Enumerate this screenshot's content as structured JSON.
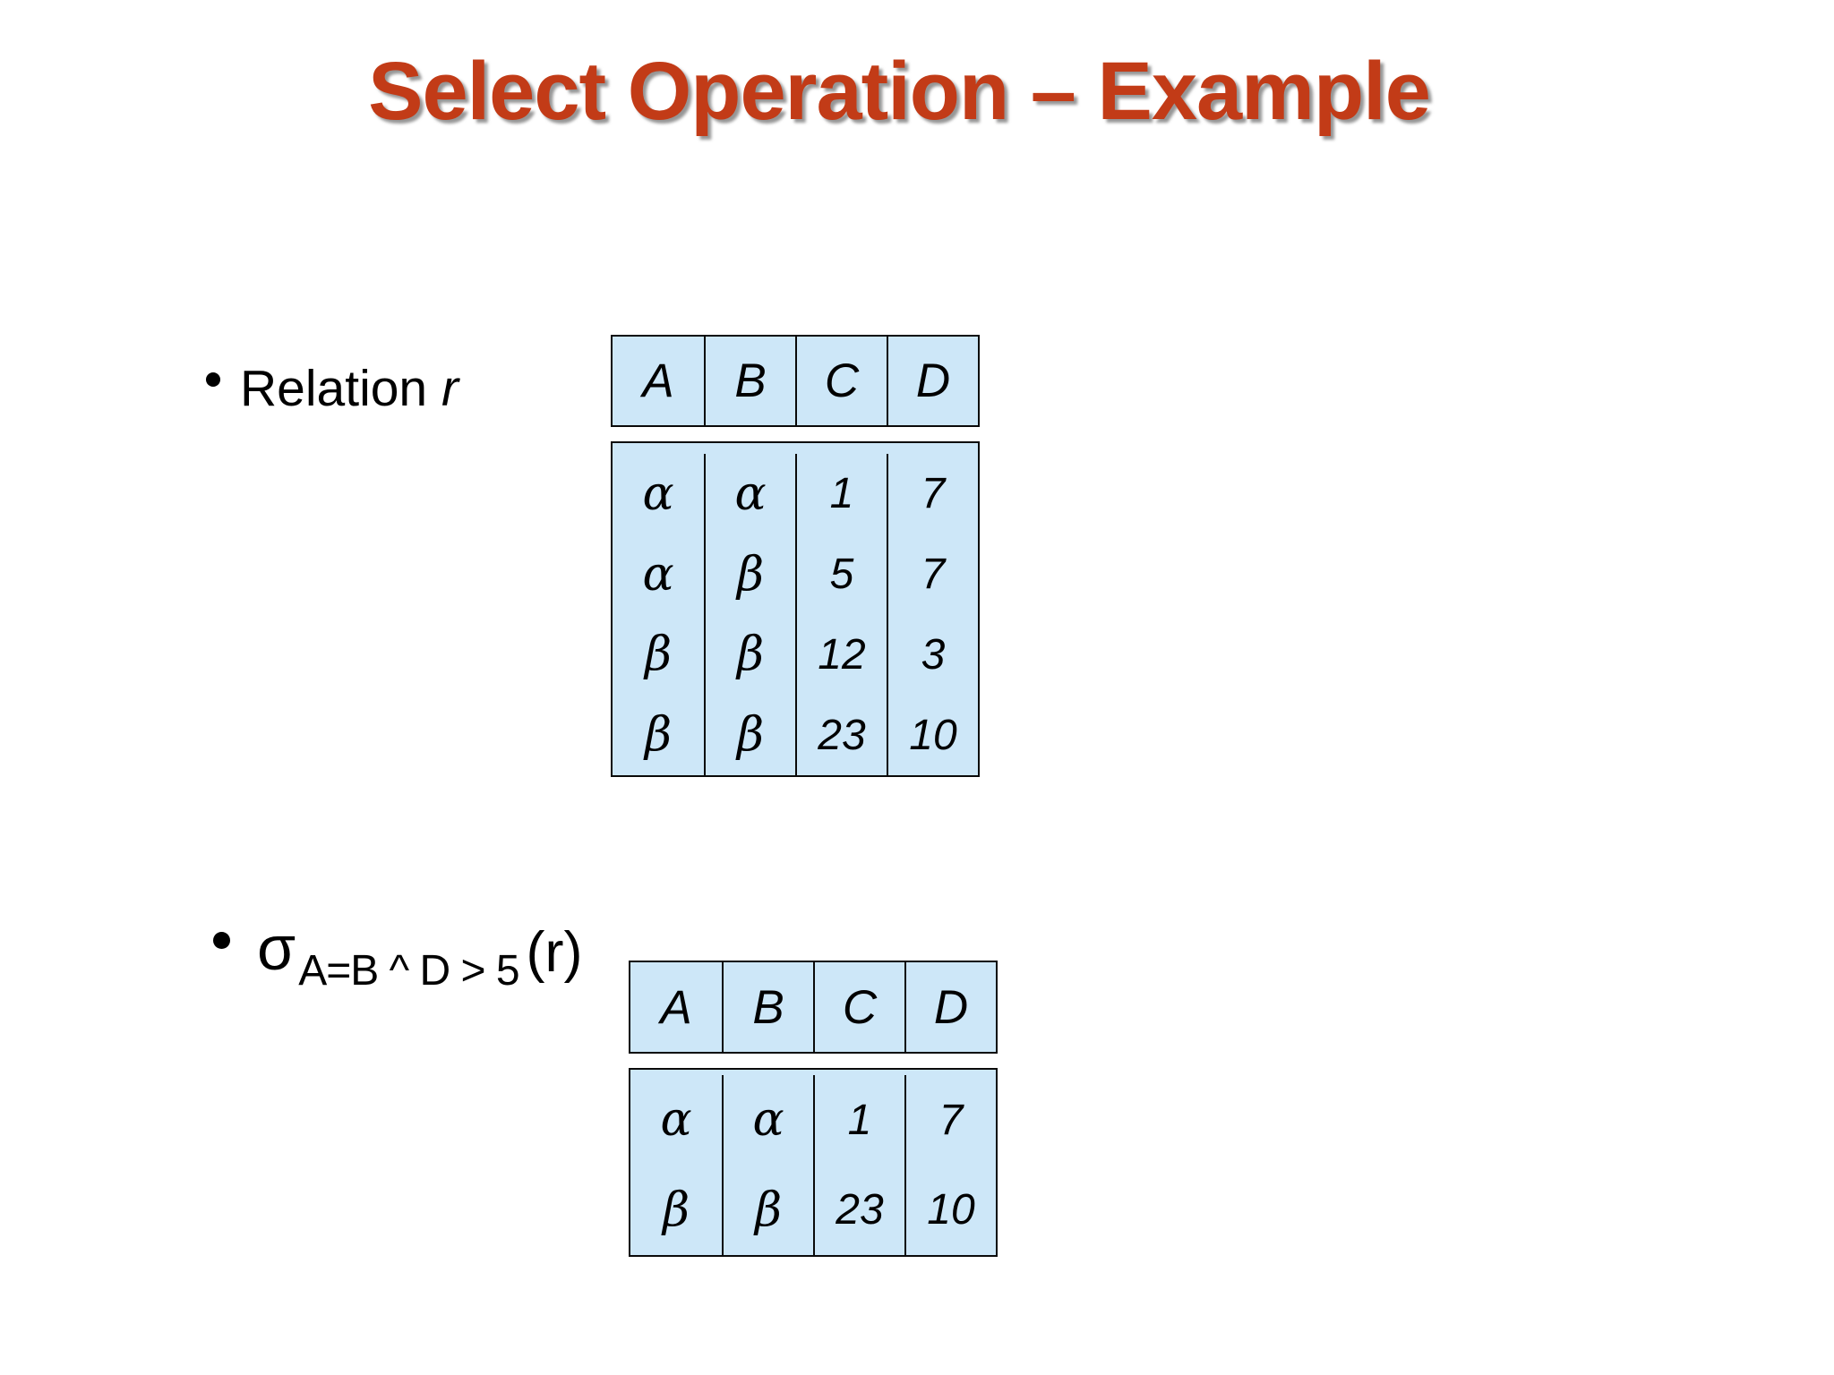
{
  "title": "Select Operation – Example",
  "colors": {
    "title": "#c23b17",
    "cell_bg": "#cde7f8",
    "border": "#0a0a0a",
    "text": "#000000"
  },
  "bullets": {
    "relation": {
      "text": "Relation ",
      "var": "r"
    },
    "sigma": {
      "operator": "σ",
      "condition": "A=B ^ D > 5",
      "argument": "(r)"
    }
  },
  "relation_table": {
    "headers": [
      "A",
      "B",
      "C",
      "D"
    ],
    "rows": [
      [
        "α",
        "α",
        "1",
        "7"
      ],
      [
        "α",
        "β",
        "5",
        "7"
      ],
      [
        "β",
        "β",
        "12",
        "3"
      ],
      [
        "β",
        "β",
        "23",
        "10"
      ]
    ]
  },
  "result_table": {
    "headers": [
      "A",
      "B",
      "C",
      "D"
    ],
    "rows": [
      [
        "α",
        "α",
        "1",
        "7"
      ],
      [
        "β",
        "β",
        "23",
        "10"
      ]
    ]
  }
}
